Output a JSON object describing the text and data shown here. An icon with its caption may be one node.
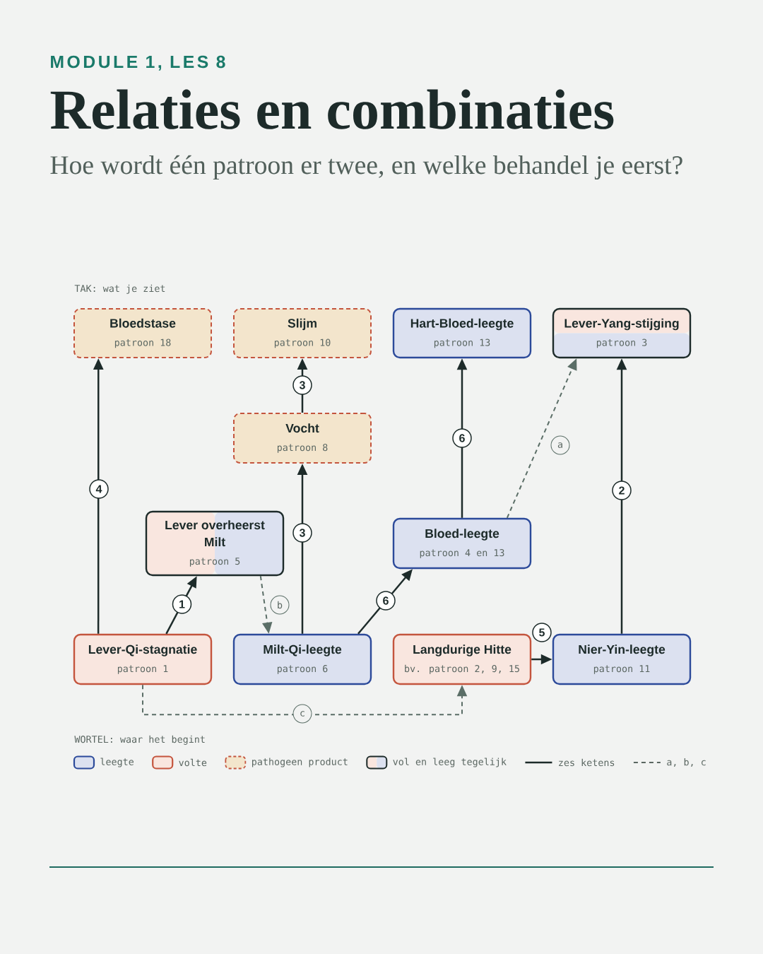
{
  "diagram": {
    "title": "Relaties en combinaties",
    "nodes": [
      {
        "text": [
          "Bloedstase",
          "patroon 18"
        ]
      },
      {
        "text": [
          "Slijm",
          "patroon 10"
        ]
      },
      {
        "text": [
          "Hart-Bloed-leegte",
          "patroon 13"
        ]
      },
      {
        "text": [
          "Lever-Yang-stijging",
          "patroon 3"
        ]
      },
      {
        "text": [
          "Vocht",
          "patroon 8"
        ]
      },
      {
        "text": [
          "Lever overheerst Milt",
          "patroon 5"
        ]
      },
      {
        "text": [
          "Bloed-leegte",
          "patroon 4 en 13"
        ]
      },
      {
        "text": [
          "Lever-Qi-stagnatie",
          "patroon 1"
        ]
      },
      {
        "text": [
          "Milt-Qi-leegte",
          "patroon 6"
        ]
      },
      {
        "text": [
          "Langdurige Hitte",
          "bv. patroon 2, 9, 15"
        ]
      },
      {
        "text": [
          "Nier-Yin-leegte",
          "patroon 11"
        ]
      }
    ],
    "edges": [
      {
        "from": 7,
        "to": 0,
        "arrow": "to",
        "label": "4"
      },
      {
        "from": 7,
        "to": 5,
        "arrow": "to",
        "label": "1"
      },
      {
        "from": 8,
        "to": 4,
        "arrow": "to",
        "label": "3"
      },
      {
        "from": 4,
        "to": 1,
        "arrow": "to",
        "label": "3"
      },
      {
        "from": 8,
        "to": 6,
        "arrow": "to",
        "label": "6"
      },
      {
        "from": 6,
        "to": 2,
        "arrow": "to",
        "label": "6"
      },
      {
        "from": 9,
        "to": 10,
        "arrow": "to",
        "label": "5"
      },
      {
        "from": 10,
        "to": 3,
        "arrow": "to",
        "label": "2"
      },
      {
        "from": 6,
        "to": 3,
        "arrow": "to",
        "label": "a",
        "style": "dashed",
        "color": "#5b6e67"
      },
      {
        "from": 5,
        "to": 8,
        "arrow": "to",
        "label": "b",
        "style": "dashed",
        "color": "#5b6e67"
      },
      {
        "from": 7,
        "to": 9,
        "arrow": "to",
        "label": "c",
        "style": "dashed",
        "color": "#5b6e67"
      }
    ],
    "labels": [
      "MODULE 1, LES 8",
      "Hoe wordt één patroon er twee, en welke behandel je eerst?",
      "TAK: wat je ziet",
      "WORTEL: waar het begint"
    ],
    "legend": [
      {
        "text": "leegte",
        "color": "#dce1f0"
      },
      {
        "text": "volte",
        "color": "#f9e6df"
      },
      {
        "text": "pathogeen product",
        "color": "#f3e5cc"
      },
      {
        "text": "vol en leeg tegelijk"
      },
      {
        "text": "zes ketens"
      },
      {
        "text": "a, b, c"
      }
    ]
  }
}
